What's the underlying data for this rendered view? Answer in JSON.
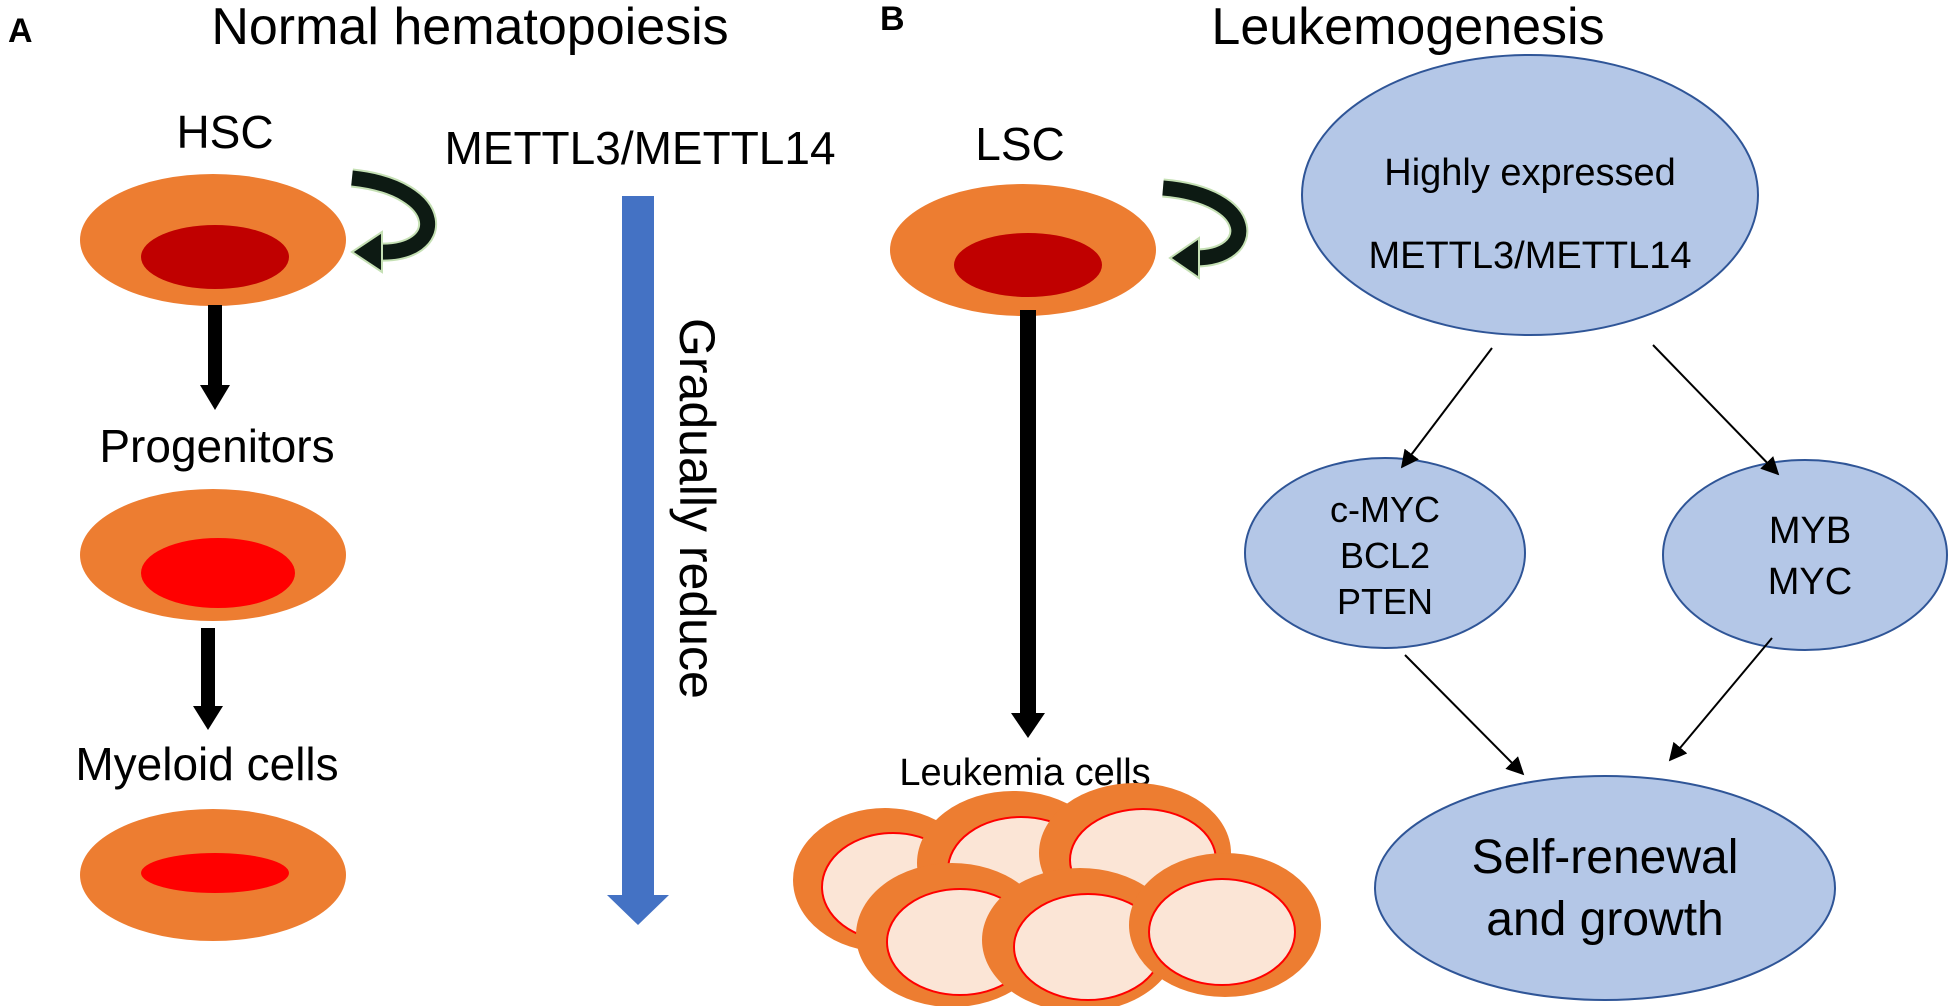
{
  "panel_a": {
    "letter": "A",
    "title": "Normal hematopoiesis",
    "hsc_label": "HSC",
    "enzyme_label": "METTL3/METTL14",
    "progenitors_label": "Progenitors",
    "myeloid_label": "Myeloid cells",
    "trend_label": "Gradually reduce"
  },
  "panel_b": {
    "letter": "B",
    "title": "Leukemogenesis",
    "lsc_label": "LSC",
    "leukemia_label": "Leukemia cells",
    "top_node": {
      "line1": "Highly expressed",
      "line2": "METTL3/METTL14"
    },
    "left_node": {
      "line1": "c-MYC",
      "line2": "BCL2",
      "line3": "PTEN"
    },
    "right_node": {
      "line1": "MYB",
      "line2": "MYC"
    },
    "bottom_node": {
      "line1": "Self-renewal",
      "line2": "and growth"
    }
  },
  "colors": {
    "cell_body": "#ED7D31",
    "nucleus_hsc": "#C00000",
    "nucleus_progenitor": "#FF0000",
    "leukemia_nucleus": "#FBE5D6",
    "node_fill": "#B4C7E7",
    "node_stroke": "#2F5597",
    "trend_arrow": "#4472C4"
  }
}
